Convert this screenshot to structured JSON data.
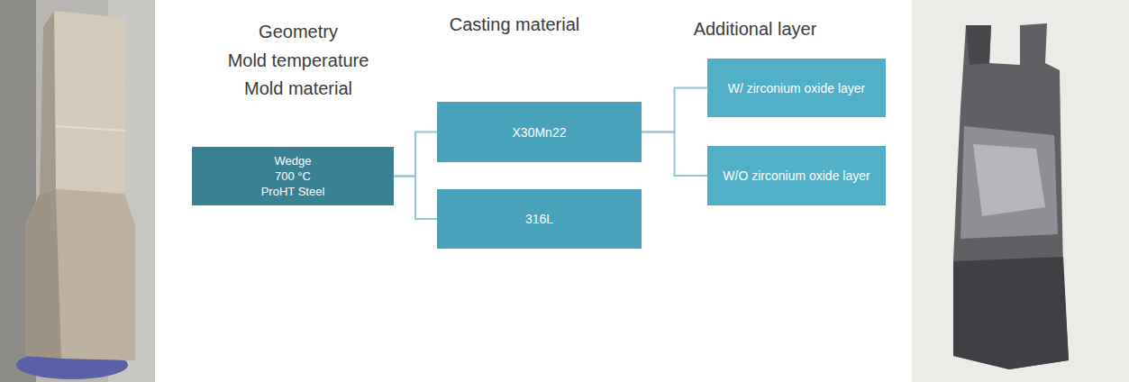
{
  "diagram": {
    "nodes": [
      {
        "text": [
          "Wedge",
          "700 °C",
          "ProHT Steel"
        ]
      },
      {
        "text": [
          "X30Mn22"
        ]
      },
      {
        "text": [
          "316L"
        ]
      },
      {
        "text": [
          "W/ zirconium oxide layer"
        ]
      },
      {
        "text": [
          "W/O zirconium oxide layer"
        ]
      }
    ],
    "edges": [
      {
        "from": 0,
        "to": 1,
        "arrow": "none"
      },
      {
        "from": 0,
        "to": 2,
        "arrow": "none"
      },
      {
        "from": 1,
        "to": 3,
        "arrow": "none"
      },
      {
        "from": 1,
        "to": 4,
        "arrow": "none"
      }
    ],
    "labels": [
      "Geometry",
      "Mold temperature",
      "Mold material",
      "Casting material",
      "Additional layer"
    ]
  }
}
